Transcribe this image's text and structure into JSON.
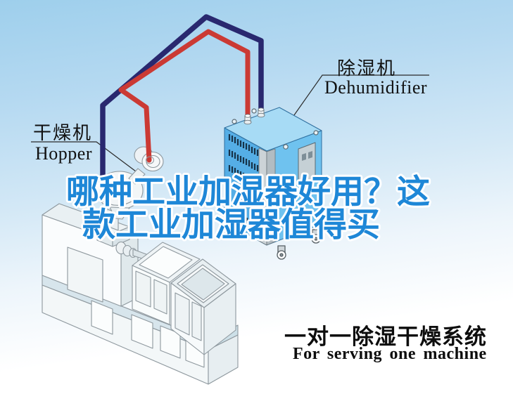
{
  "poster": {
    "title": {
      "line1": "哪种工业加湿器好用？这",
      "line2": "款工业加湿器值得买",
      "color": "#1e87d7"
    },
    "machine_label": {
      "zh": "干燥机",
      "en": "Hopper"
    },
    "dehumidifier_label": {
      "zh": "除湿机",
      "en": "Dehumidifier"
    },
    "caption": {
      "zh": "一对一除湿干燥系统",
      "en": "For serving one machine"
    },
    "colors": {
      "supply_pipe_red": "#cb3a34",
      "return_pipe_navy": "#29286f",
      "dehumidifier_blue": "#55aee6",
      "sky_top": "#9ecfec"
    }
  }
}
